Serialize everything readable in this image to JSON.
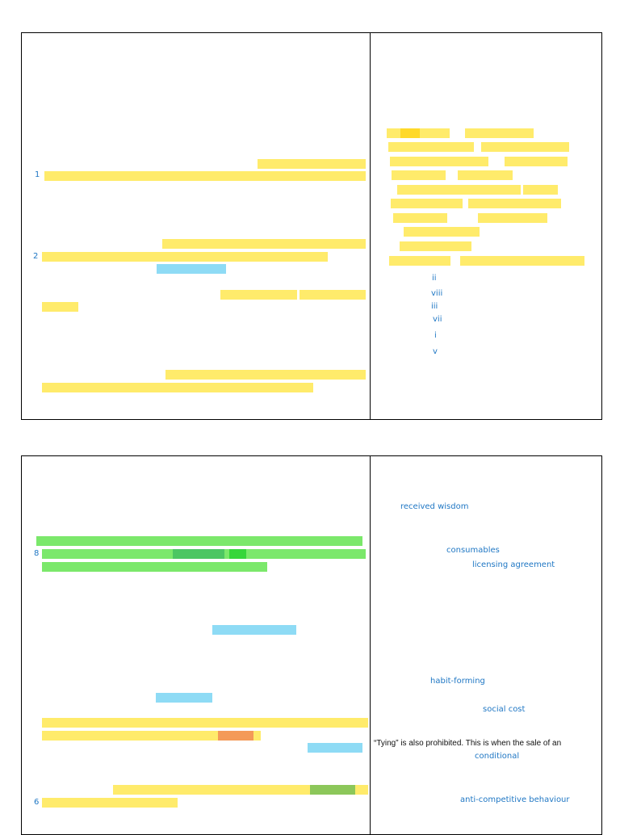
{
  "page1": {
    "margin_numbers": [
      "1",
      "2"
    ],
    "roman_numerals": [
      "ii",
      "viii",
      "iii",
      "vii",
      "i",
      "v"
    ]
  },
  "page2": {
    "margin_numbers": [
      "8",
      "6"
    ],
    "comments": [
      "received wisdom",
      "consumables",
      "licensing agreement",
      "habit-forming",
      "social cost",
      "conditional",
      "anti-competitive behaviour"
    ],
    "body_text": "“Tying” is also prohibited. This is when the sale of an"
  },
  "colors": {
    "highlight_yellow": "#FFEB6B",
    "highlight_green": "#7BE86B",
    "highlight_blue": "#8EDBF5",
    "highlight_orange": "#F49A58",
    "annotation_blue": "#1f77c4"
  }
}
